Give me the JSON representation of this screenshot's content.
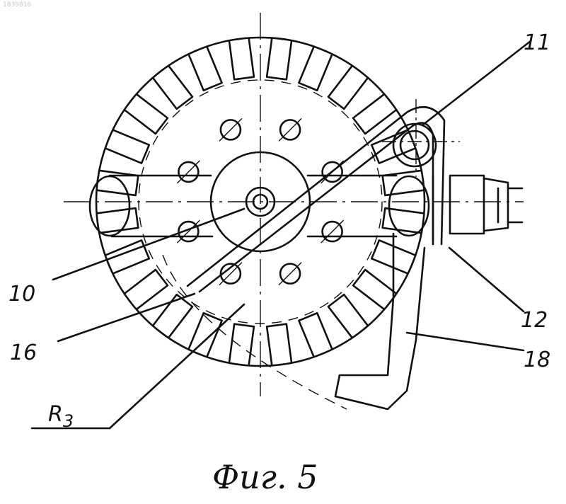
{
  "doc_id": "1839816",
  "labels": {
    "part_10": "10",
    "part_11": "11",
    "part_12": "12",
    "part_16": "16",
    "part_18": "18",
    "radius_main": "R",
    "radius_sub": "3"
  },
  "caption": "Фиг. 5"
}
